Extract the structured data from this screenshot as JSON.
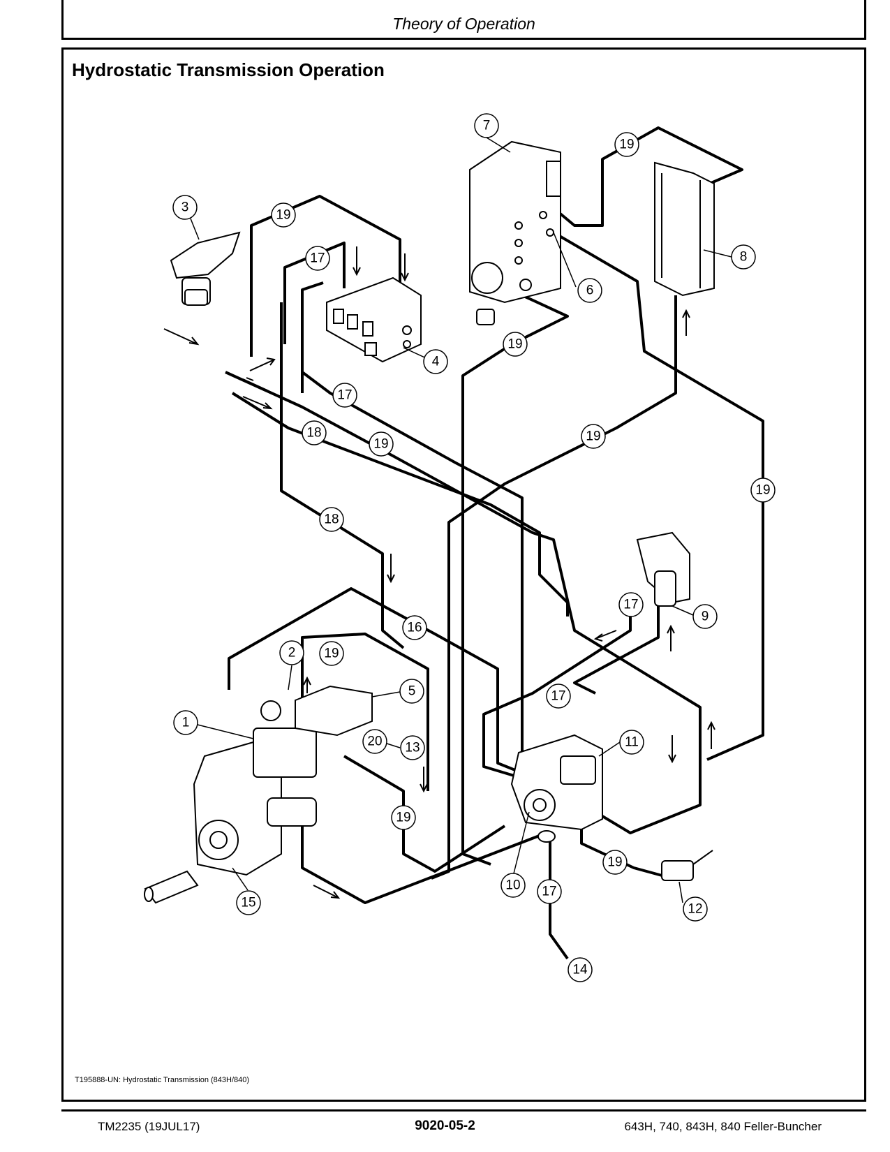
{
  "header": {
    "section_title": "Theory of Operation"
  },
  "page_heading": "Hydrostatic Transmission Operation",
  "figure_caption": "T195888-UN: Hydrostatic Transmission (843H/840)",
  "callouts": [
    {
      "id": "c1",
      "label": "1"
    },
    {
      "id": "c2",
      "label": "2"
    },
    {
      "id": "c3",
      "label": "3"
    },
    {
      "id": "c4",
      "label": "4"
    },
    {
      "id": "c5",
      "label": "5"
    },
    {
      "id": "c6",
      "label": "6"
    },
    {
      "id": "c7",
      "label": "7"
    },
    {
      "id": "c8",
      "label": "8"
    },
    {
      "id": "c9",
      "label": "9"
    },
    {
      "id": "c10",
      "label": "10"
    },
    {
      "id": "c11",
      "label": "11"
    },
    {
      "id": "c12",
      "label": "12"
    },
    {
      "id": "c13",
      "label": "13"
    },
    {
      "id": "c14",
      "label": "14"
    },
    {
      "id": "c15",
      "label": "15"
    },
    {
      "id": "c16",
      "label": "16"
    },
    {
      "id": "c17a",
      "label": "17"
    },
    {
      "id": "c17b",
      "label": "17"
    },
    {
      "id": "c17c",
      "label": "17"
    },
    {
      "id": "c17d",
      "label": "17"
    },
    {
      "id": "c17e",
      "label": "17"
    },
    {
      "id": "c18a",
      "label": "18"
    },
    {
      "id": "c18b",
      "label": "18"
    },
    {
      "id": "c19a",
      "label": "19"
    },
    {
      "id": "c19b",
      "label": "19"
    },
    {
      "id": "c19c",
      "label": "19"
    },
    {
      "id": "c19d",
      "label": "19"
    },
    {
      "id": "c19e",
      "label": "19"
    },
    {
      "id": "c19f",
      "label": "19"
    },
    {
      "id": "c19g",
      "label": "19"
    },
    {
      "id": "c19h",
      "label": "19"
    },
    {
      "id": "c19i",
      "label": "19"
    },
    {
      "id": "c20",
      "label": "20"
    }
  ],
  "footer": {
    "left": "TM2235 (19JUL17)",
    "center": "9020-05-2",
    "right": "643H, 740, 843H, 840 Feller-Buncher"
  }
}
